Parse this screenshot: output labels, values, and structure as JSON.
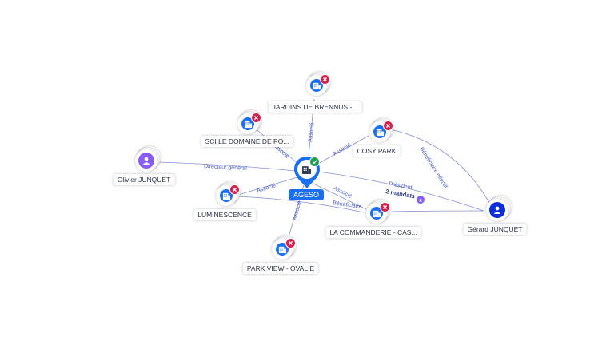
{
  "central": {
    "label": "AGESO",
    "status": "active",
    "icon": "building-icon"
  },
  "companies": [
    {
      "key": "jardins",
      "label": "JARDINS DE BRENNUS -...",
      "status": "closed",
      "icon": "building-icon"
    },
    {
      "key": "sci",
      "label": "SCI LE DOMAINE DE PO...",
      "status": "closed",
      "icon": "building-icon"
    },
    {
      "key": "cosy",
      "label": "COSY PARK",
      "status": "closed",
      "icon": "building-icon"
    },
    {
      "key": "lumi",
      "label": "LUMINESCENCE",
      "status": "closed",
      "icon": "building-icon"
    },
    {
      "key": "comm",
      "label": "LA COMMANDERIE - CAS...",
      "status": "closed",
      "icon": "building-icon"
    },
    {
      "key": "park",
      "label": "PARK VIEW - OVALIE",
      "status": "closed",
      "icon": "building-icon"
    }
  ],
  "people": [
    {
      "key": "olivier",
      "label": "Olivier JUNQUET",
      "color": "#8a5cf6",
      "icon": "person-icon"
    },
    {
      "key": "gerard",
      "label": "Gérard JUNQUET",
      "color": "#0b2ed8",
      "icon": "person-icon"
    }
  ],
  "edges": {
    "jardins": "Associé",
    "sci": "Associé",
    "cosy": "Associé",
    "lumi": "Associé",
    "comm_associe": "Associé",
    "comm_benef": "Bénéficiaire",
    "park": "Associé",
    "olivier": "Directeur général",
    "gerard_president": "Président",
    "gerard_mandats": "2 mandats",
    "gerard_cosy": "Bénéficiaire effectif"
  },
  "colors": {
    "accent": "#1a6ef0",
    "closed": "#d6204c",
    "active": "#1f9d55",
    "edge": "#5b6ac9"
  }
}
